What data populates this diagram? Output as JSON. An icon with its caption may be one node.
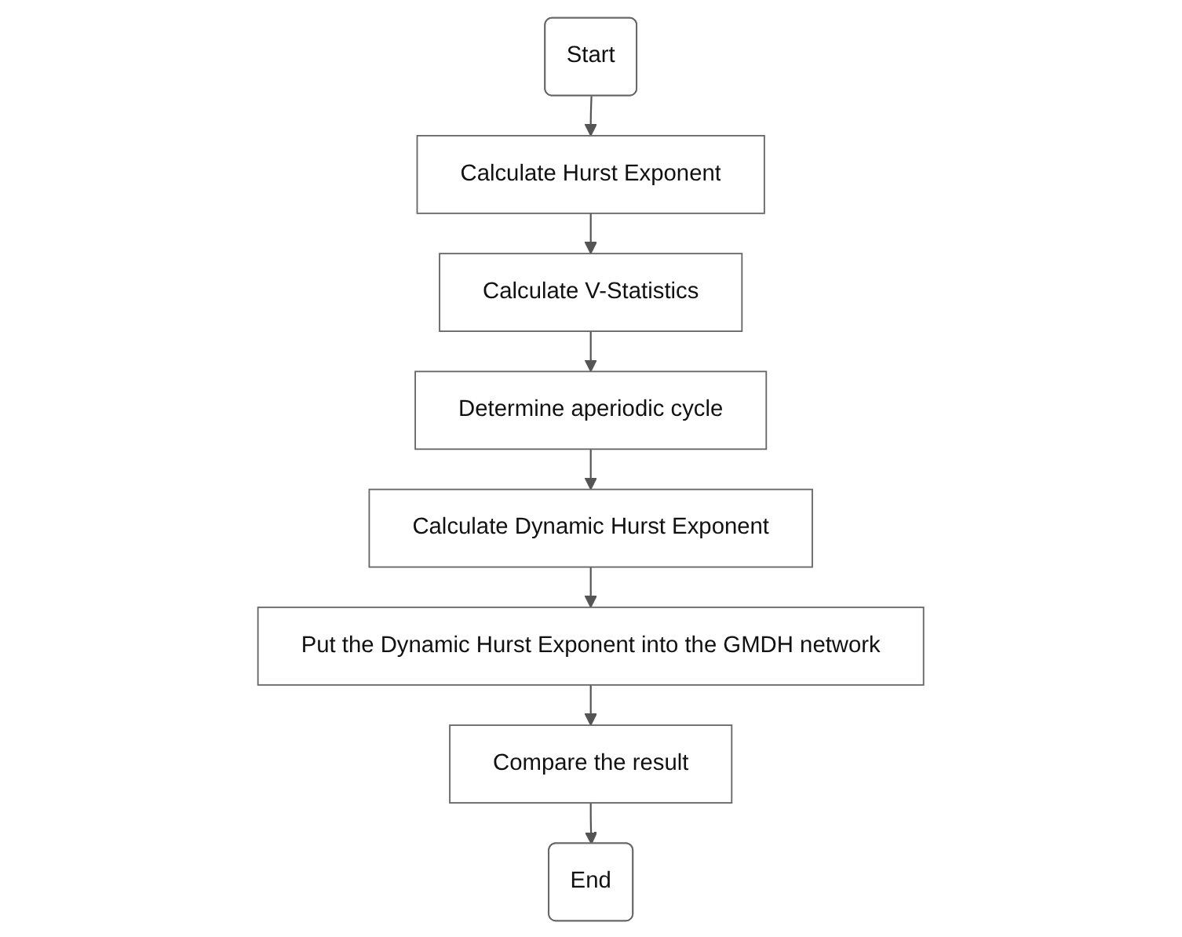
{
  "diagram": {
    "nodes": [
      {
        "text": [
          "Start"
        ]
      },
      {
        "text": [
          "Calculate Hurst Exponent"
        ]
      },
      {
        "text": [
          "Calculate V-Statistics"
        ]
      },
      {
        "text": [
          "Determine aperiodic cycle"
        ]
      },
      {
        "text": [
          "Calculate Dynamic Hurst Exponent"
        ]
      },
      {
        "text": [
          "Put the Dynamic Hurst Exponent into the GMDH network"
        ]
      },
      {
        "text": [
          "Compare the result"
        ]
      },
      {
        "text": [
          "End"
        ]
      }
    ],
    "edges": [
      {
        "from": 0,
        "to": 1,
        "arrow": "to"
      },
      {
        "from": 1,
        "to": 2,
        "arrow": "to"
      },
      {
        "from": 2,
        "to": 3,
        "arrow": "to"
      },
      {
        "from": 3,
        "to": 4,
        "arrow": "to"
      },
      {
        "from": 4,
        "to": 5,
        "arrow": "to"
      },
      {
        "from": 5,
        "to": 6,
        "arrow": "to"
      },
      {
        "from": 6,
        "to": 7,
        "arrow": "to"
      }
    ]
  }
}
